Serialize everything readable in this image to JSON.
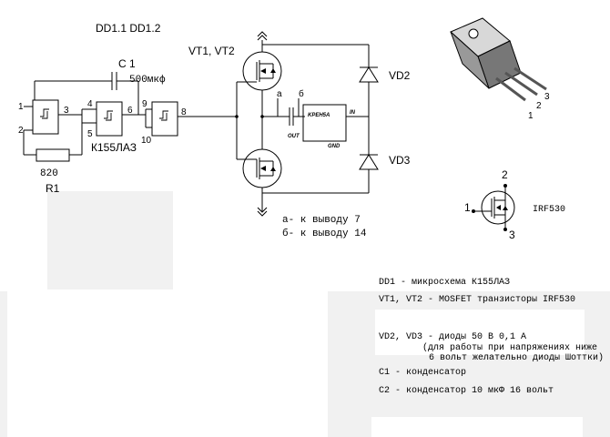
{
  "diagram": {
    "top_label": "DD1.1 DD1.2",
    "transistors_label": "VT1, VT2",
    "capacitor_label": "C 1",
    "capacitor_value": "500мкф",
    "chip_label": "К155ЛАЗ",
    "resistor_value": "820",
    "resistor_label": "R1",
    "diode_top": "VD2",
    "diode_bottom": "VD3",
    "pins": {
      "p1": "1",
      "p2": "2",
      "p3": "3",
      "p4": "4",
      "p5": "5",
      "p6": "6",
      "p9": "9",
      "p10": "10",
      "p8": "8"
    },
    "regulator": {
      "name": "KPEH5A",
      "in": "IN",
      "out": "OUT",
      "gnd": "GND",
      "a": "а",
      "b": "б"
    },
    "notes": [
      "а- к выводу 7",
      "б- к выводу 14"
    ],
    "package_pins": [
      "1",
      "2",
      "3"
    ],
    "mosfet_symbol": {
      "label": "IRF530",
      "pin1": "1",
      "pin2": "2",
      "pin3": "3"
    }
  },
  "legend": [
    "DD1 - микросхема К155ЛАЗ",
    "VT1, VT2 - MOSFET транзисторы IRF530",
    "VD2, VD3 - диоды 50 В 0,1 А",
    "(для работы при напряжениях ниже",
    "6 вольт желательно диоды Шоттки)",
    "C1 - конденсатор",
    "C2 - конденсатор 10 мкФ 16 вольт"
  ]
}
